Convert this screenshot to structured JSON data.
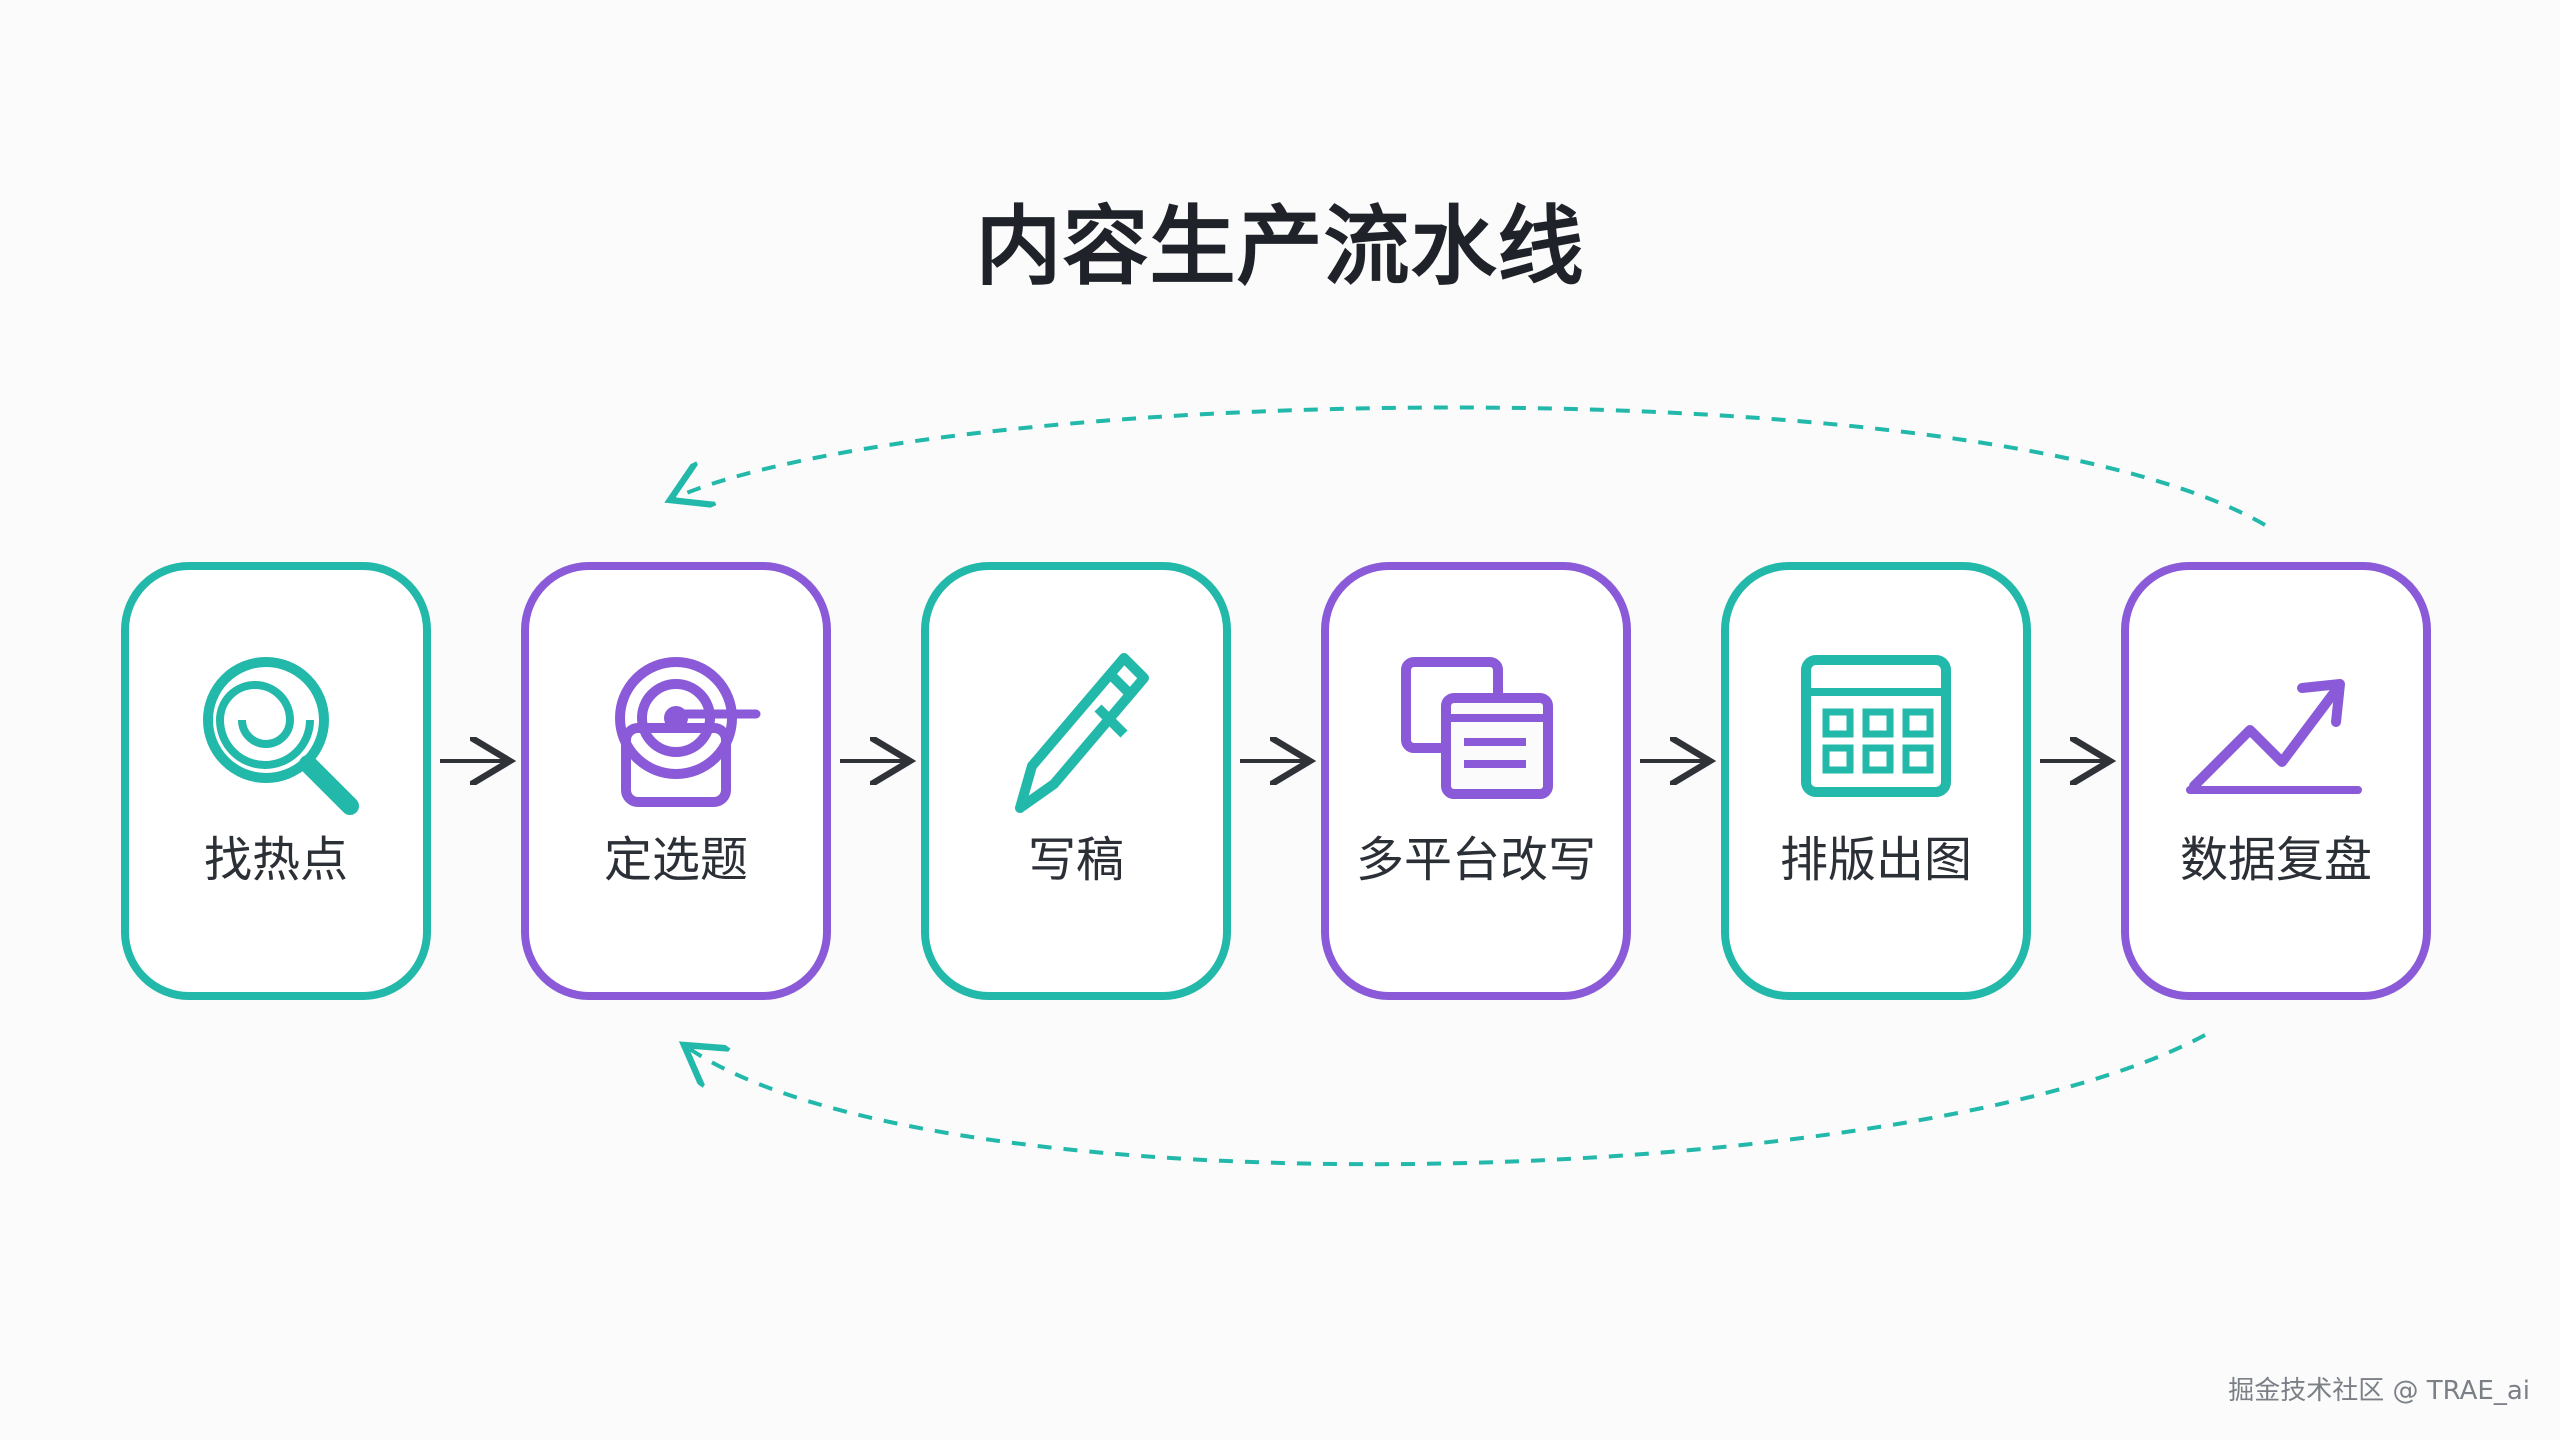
{
  "title": "内容生产流水线",
  "colors": {
    "teal": "#22b8aa",
    "purple": "#8a5ad8",
    "text": "#2b2f36",
    "title": "#1f2329",
    "arrow": "#2f3338"
  },
  "steps": [
    {
      "label": "找热点",
      "icon": "magnifier-spiral-icon",
      "color": "teal"
    },
    {
      "label": "定选题",
      "icon": "target-dart-icon",
      "color": "purple"
    },
    {
      "label": "写稿",
      "icon": "pen-icon",
      "color": "teal"
    },
    {
      "label": "多平台改写",
      "icon": "stacked-windows-icon",
      "color": "purple"
    },
    {
      "label": "排版出图",
      "icon": "layout-grid-icon",
      "color": "teal"
    },
    {
      "label": "数据复盘",
      "icon": "trend-up-icon",
      "color": "purple"
    }
  ],
  "loops": [
    {
      "from": "数据复盘",
      "to": "定选题",
      "style": "dashed",
      "position": "above"
    },
    {
      "from": "数据复盘",
      "to": "定选题",
      "style": "dashed",
      "position": "below"
    }
  ],
  "watermark": "掘金技术社区 @ TRAE_ai"
}
